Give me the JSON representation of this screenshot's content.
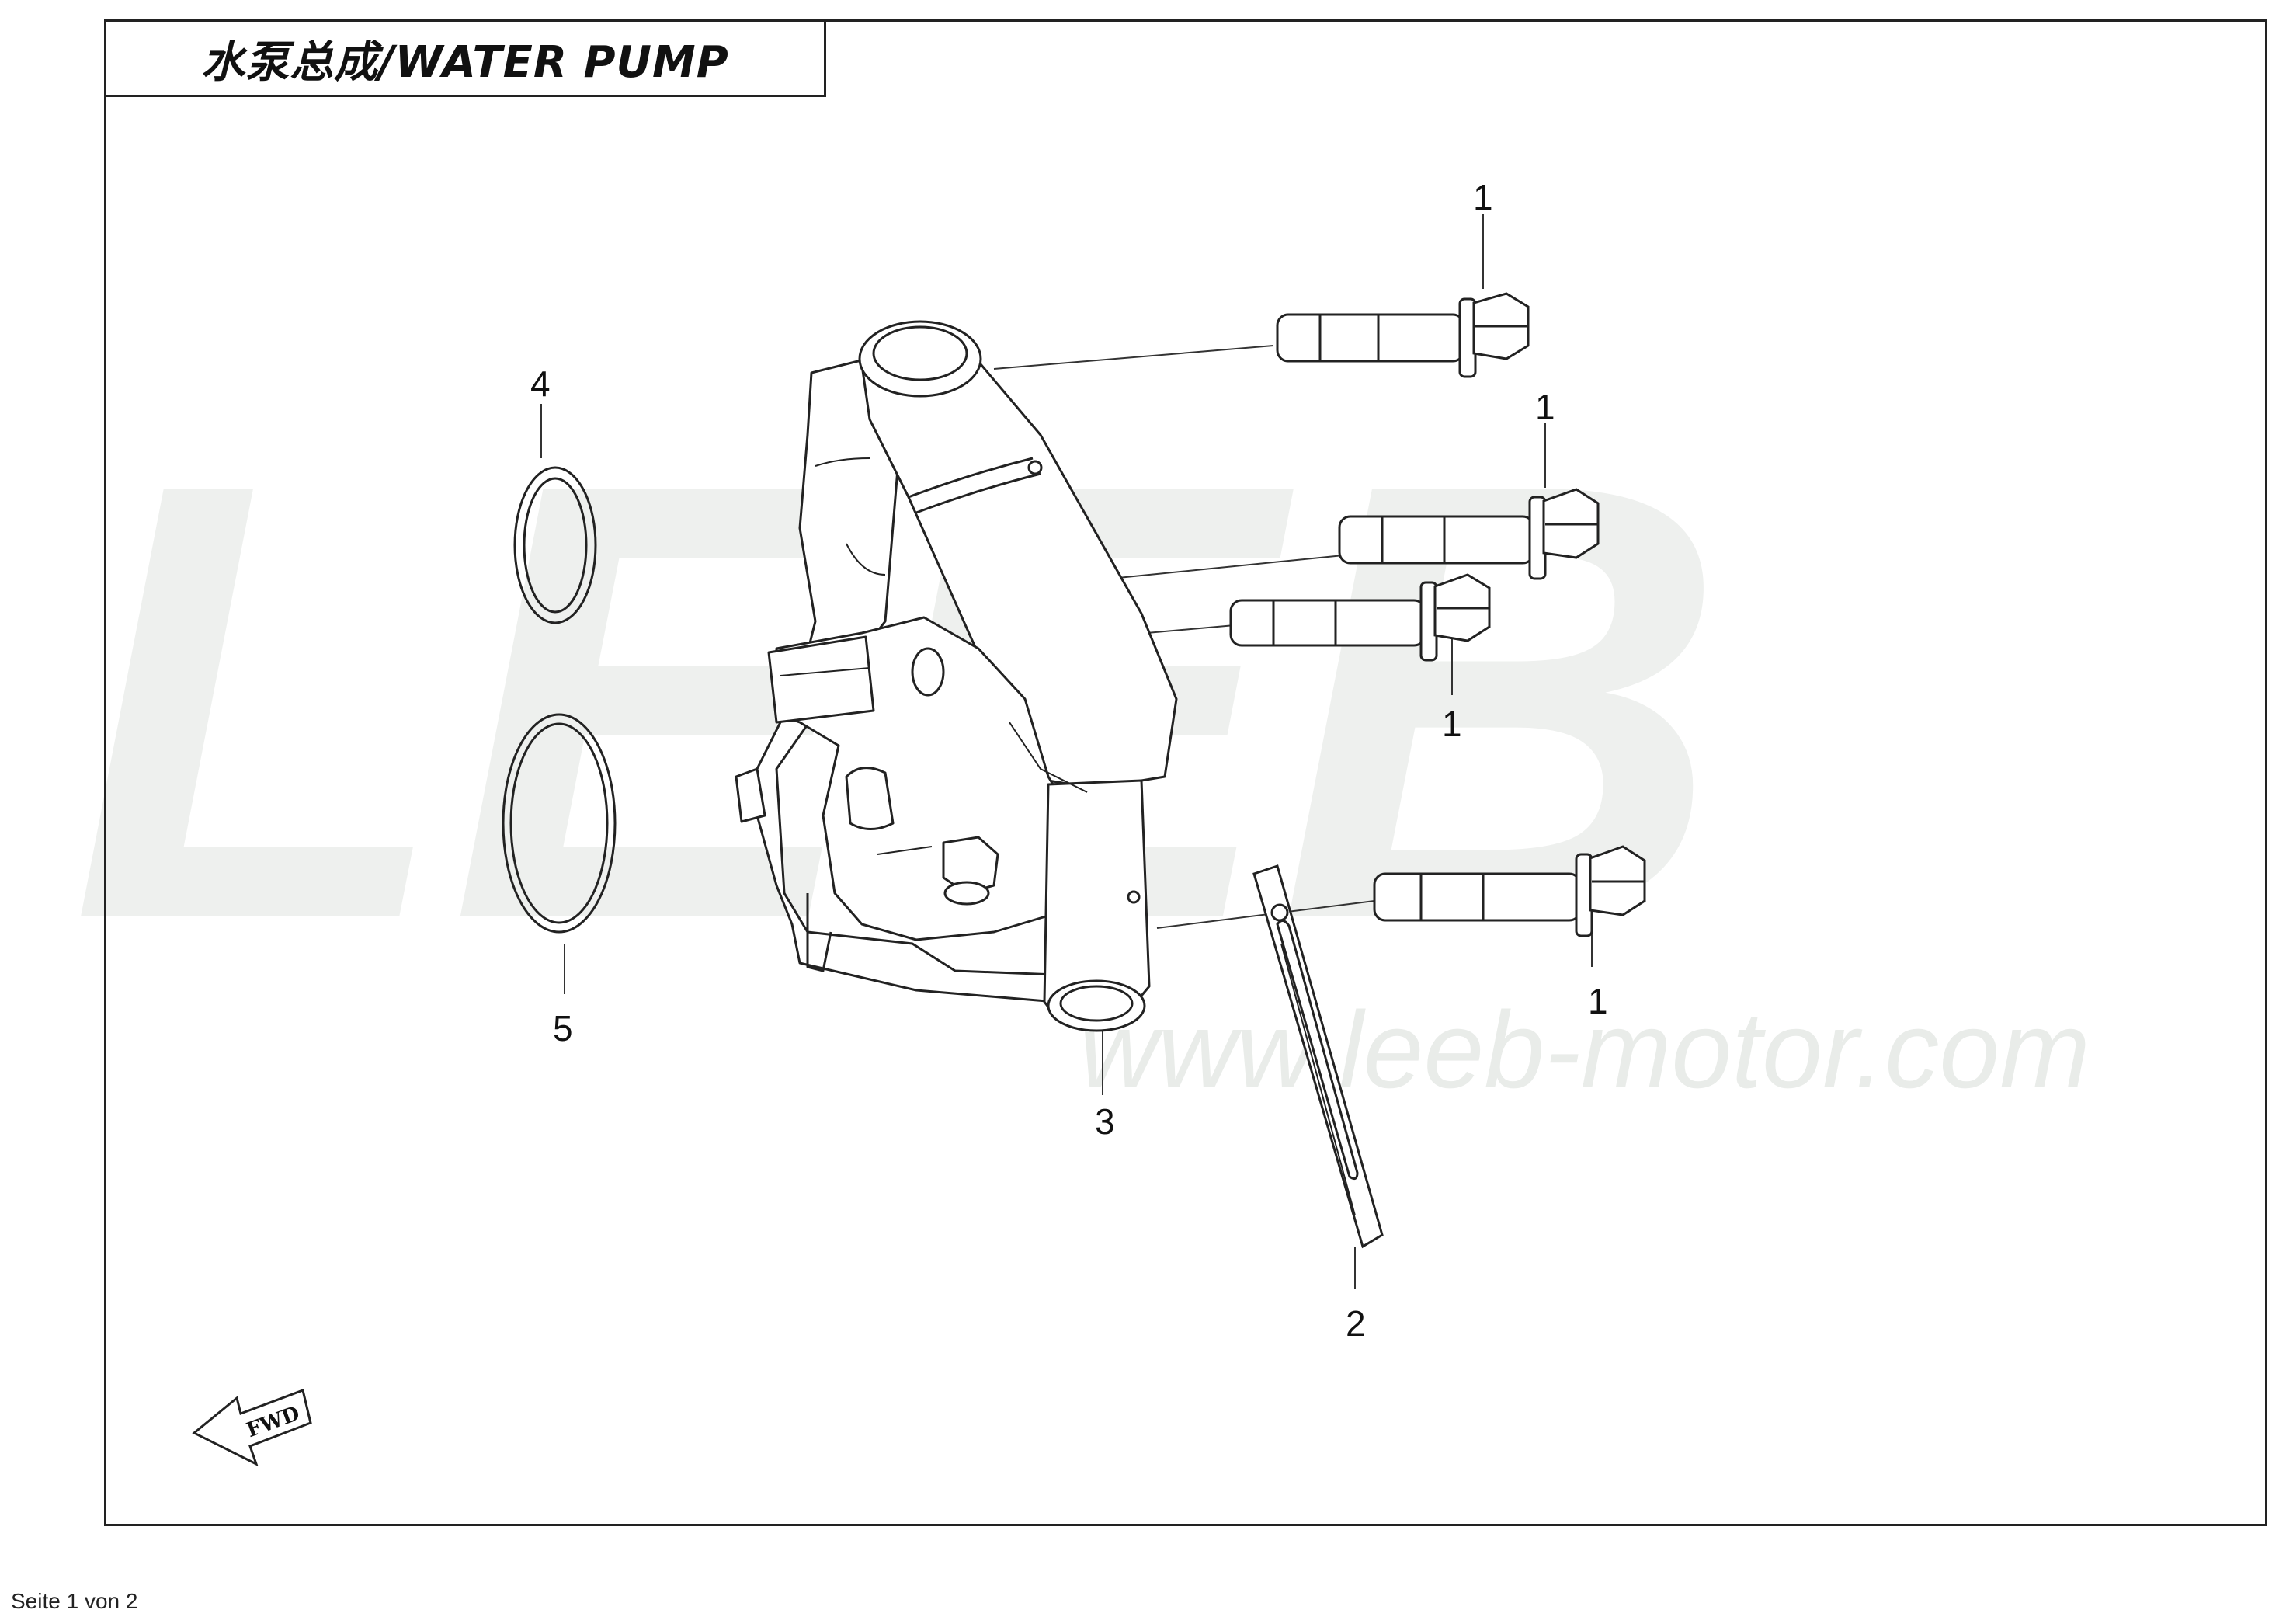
{
  "title": "水泵总成/WATER PUMP",
  "watermark": {
    "logo": "LEEB",
    "url": "www.leeb-motor.com"
  },
  "callouts": [
    "1",
    "1",
    "1",
    "1",
    "2",
    "3",
    "4",
    "5"
  ],
  "fwd_label": "FWD",
  "footer": "Seite 1 von 2",
  "colors": {
    "line": "#222222",
    "watermark": "#eef0ee"
  }
}
